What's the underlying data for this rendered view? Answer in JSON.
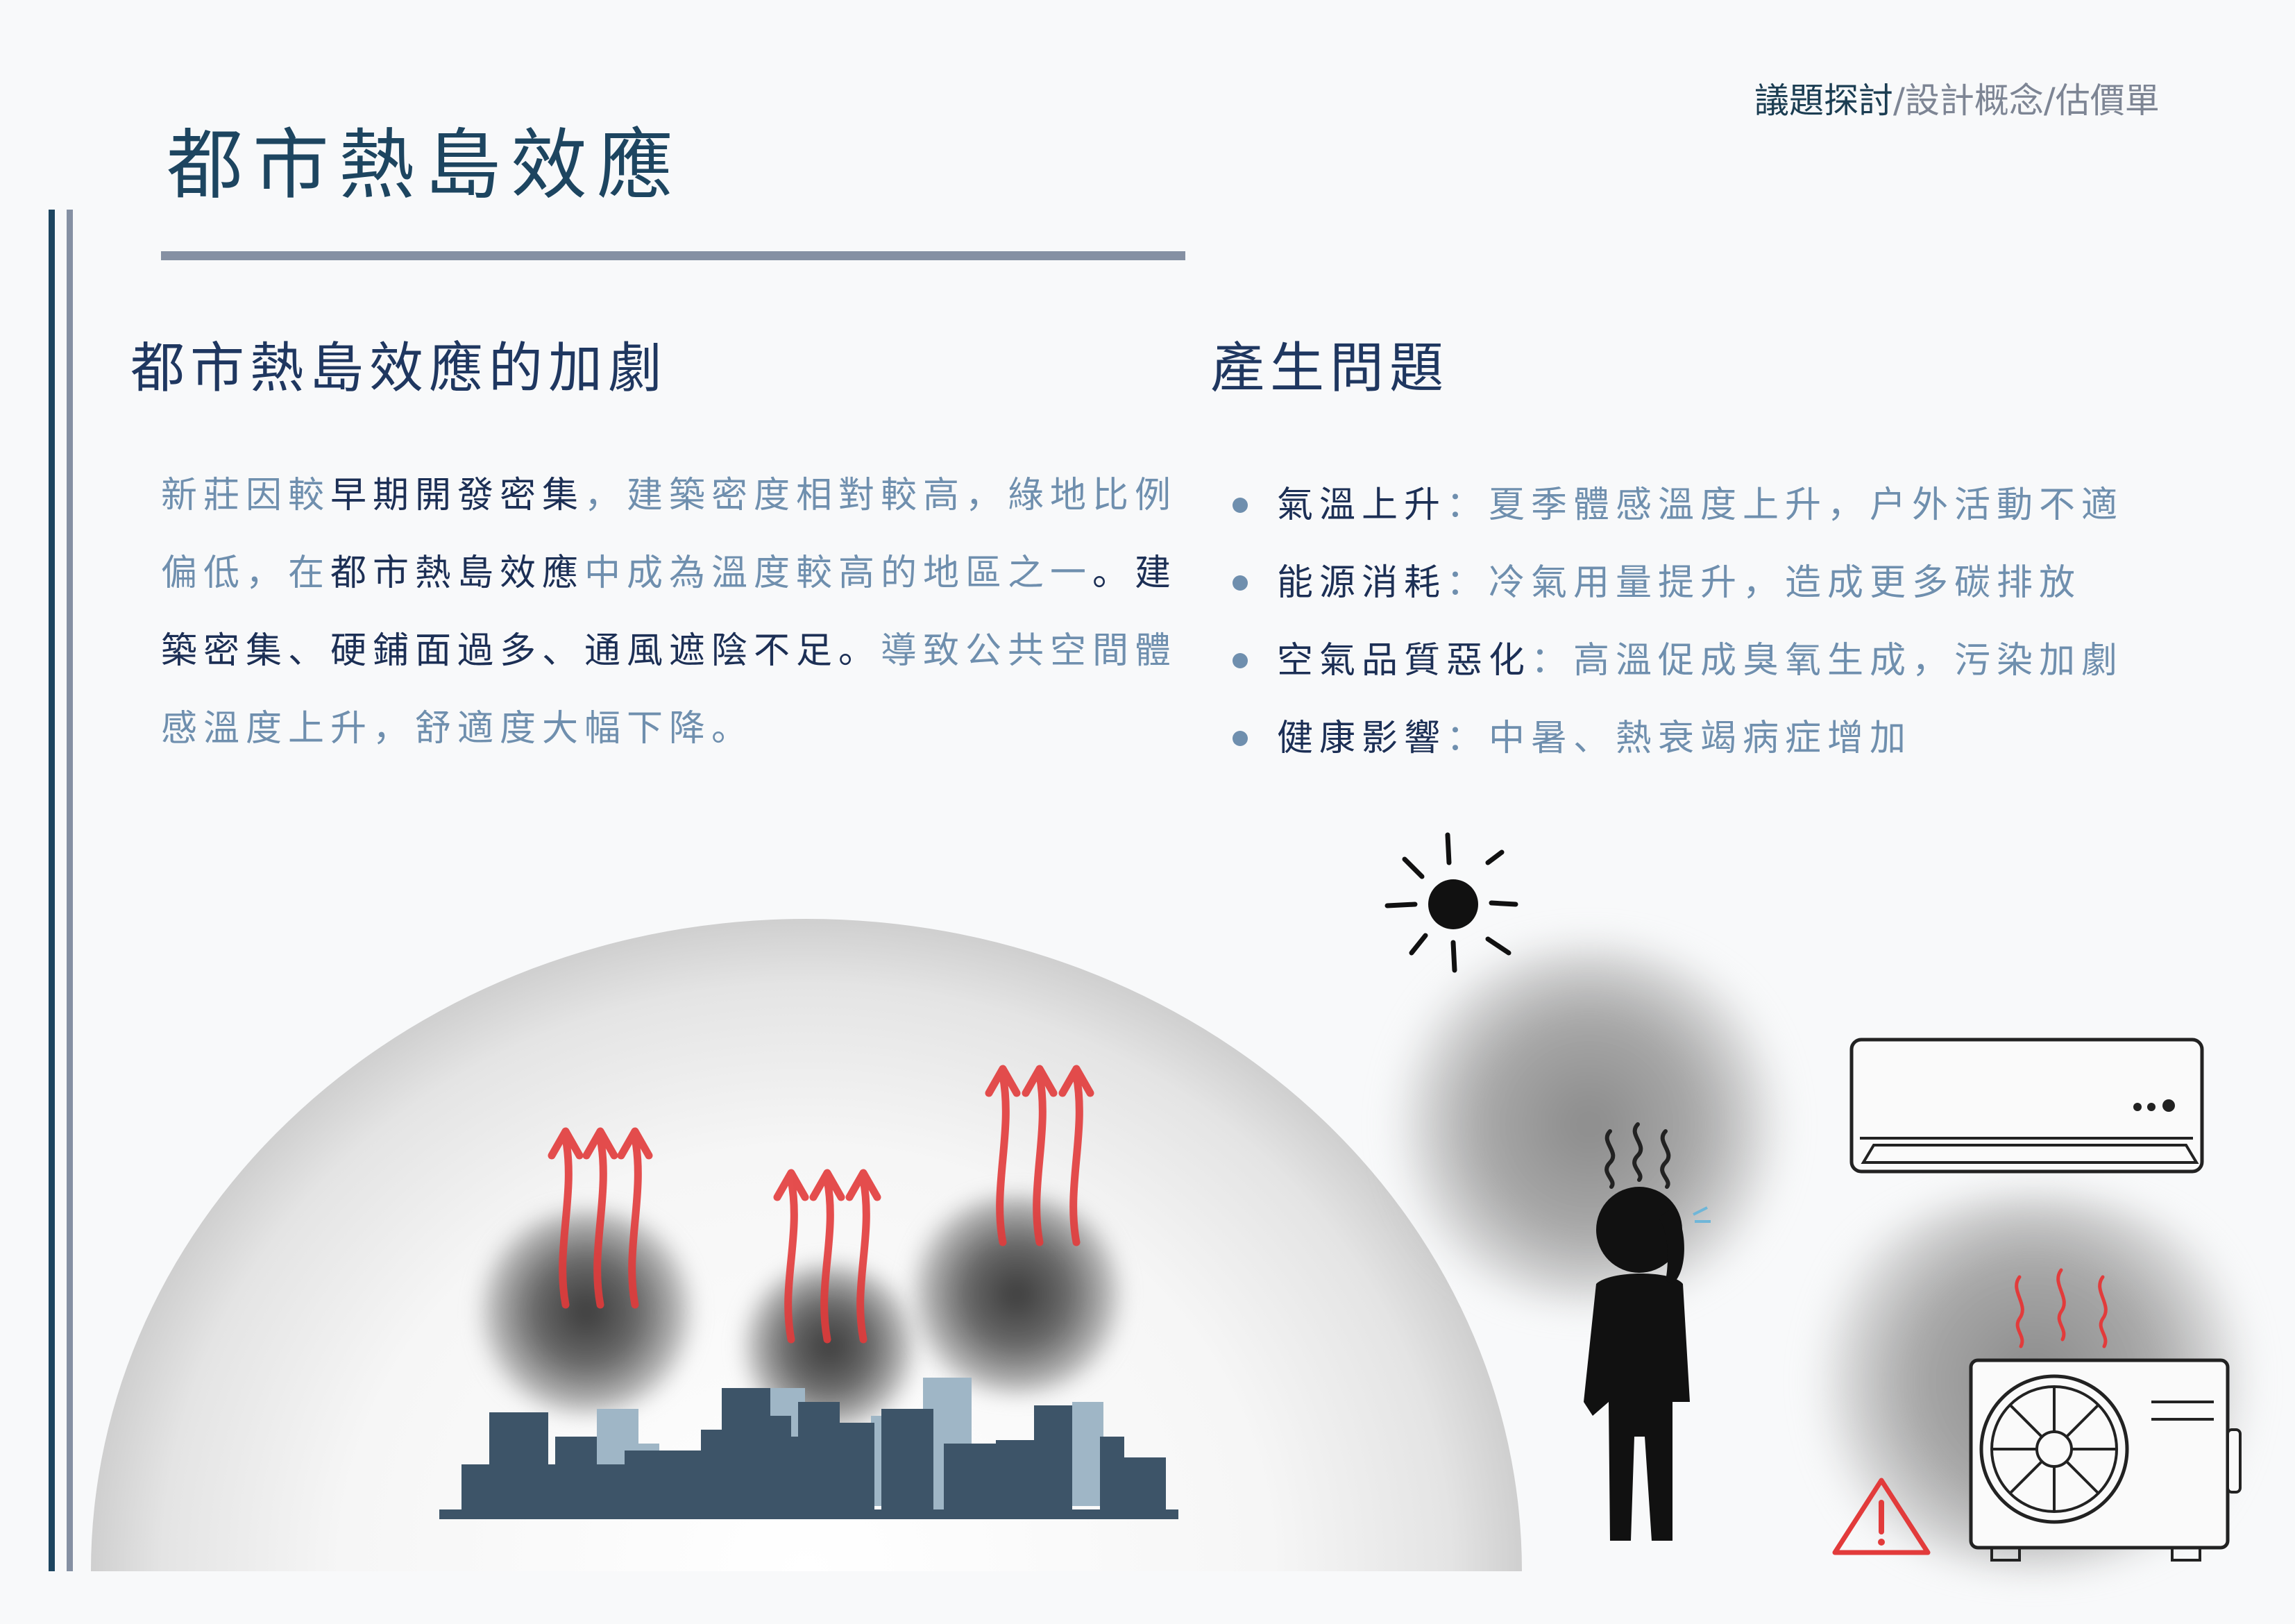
{
  "header": {
    "nav_current": "議題探討",
    "nav_sep1": "/",
    "nav_item2": "設計概念",
    "nav_sep2": "/",
    "nav_item3": "估價單"
  },
  "page_title": "都市熱島效應",
  "left_section": {
    "heading": "都市熱島效應的加劇",
    "lines": [
      [
        {
          "text": "新莊因較",
          "tone": "light"
        },
        {
          "text": "早期開發密集",
          "tone": "dark"
        },
        {
          "text": "，建築密度相對較高，綠地比例",
          "tone": "light"
        }
      ],
      [
        {
          "text": "偏低，在",
          "tone": "light"
        },
        {
          "text": "都市熱島效應",
          "tone": "dark"
        },
        {
          "text": "中成為溫度較高的地區之一",
          "tone": "light"
        },
        {
          "text": "。建",
          "tone": "dark"
        }
      ],
      [
        {
          "text": "築密集、硬鋪面過多、通風遮陰不足。",
          "tone": "dark"
        },
        {
          "text": "導致公共空間體",
          "tone": "light"
        }
      ],
      [
        {
          "text": "感溫度上升，舒適度大幅下降。",
          "tone": "light"
        }
      ]
    ]
  },
  "right_section": {
    "heading": "產生問題",
    "items": [
      {
        "label": "氣溫上升",
        "colon": "：",
        "desc": "夏季體感溫度上升，户外活動不適"
      },
      {
        "label": "能源消耗",
        "colon": "：",
        "desc": "冷氣用量提升，造成更多碳排放"
      },
      {
        "label": "空氣品質惡化",
        "colon": "：",
        "desc": "高溫促成臭氧生成，污染加劇"
      },
      {
        "label": "健康影響",
        "colon": "：",
        "desc": "中暑、熱衰竭病症增加"
      }
    ]
  },
  "colors": {
    "title": "#1d4560",
    "dark_text": "#1c2f55",
    "light_text": "#6f8fae",
    "rule": "#8590a3",
    "heat_arrow": "#e23b3b",
    "skyline": "#3d5468"
  }
}
